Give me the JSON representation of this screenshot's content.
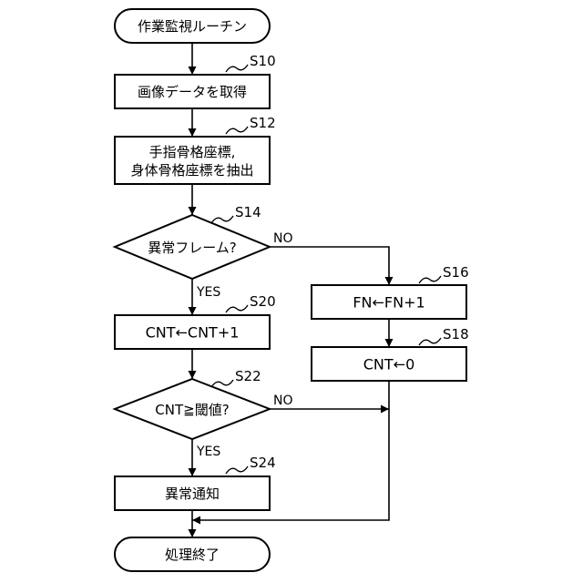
{
  "start": {
    "label": "作業監視ルーチン"
  },
  "steps": {
    "s10": {
      "id": "S10",
      "label": "画像データを取得"
    },
    "s12": {
      "id": "S12",
      "label_line1": "手指骨格座標,",
      "label_line2": "身体骨格座標を抽出"
    },
    "s14": {
      "id": "S14",
      "label": "異常フレーム?"
    },
    "s16": {
      "id": "S16",
      "label": "FN←FN+1"
    },
    "s18": {
      "id": "S18",
      "label": "CNT←0"
    },
    "s20": {
      "id": "S20",
      "label": "CNT←CNT+1"
    },
    "s22": {
      "id": "S22",
      "label": "CNT≧閾値?"
    },
    "s24": {
      "id": "S24",
      "label": "異常通知"
    }
  },
  "branches": {
    "s14_yes": "YES",
    "s14_no": "NO",
    "s22_yes": "YES",
    "s22_no": "NO"
  },
  "end": {
    "label": "処理終了"
  }
}
